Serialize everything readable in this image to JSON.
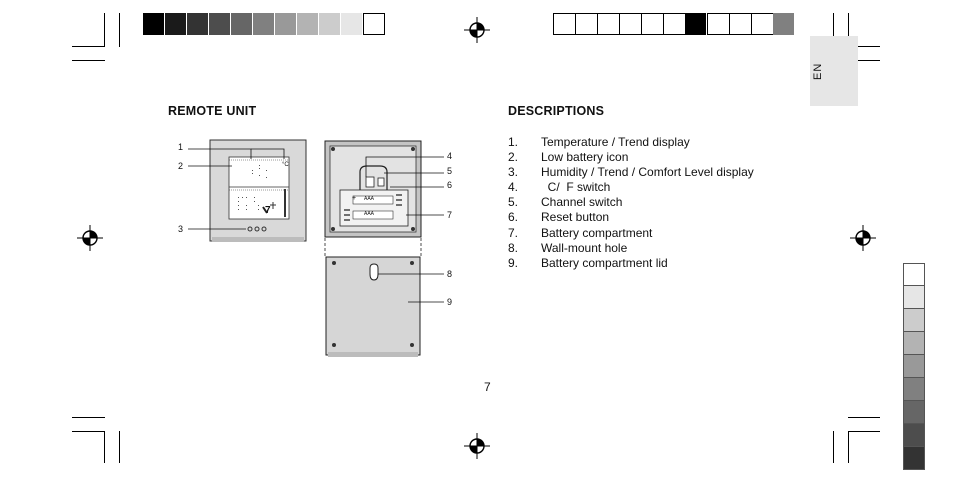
{
  "page": {
    "language_tab": "EN",
    "page_number": "7"
  },
  "remote_unit": {
    "heading": "REMOTE UNIT",
    "callouts": [
      "1",
      "2",
      "3",
      "4",
      "5",
      "6",
      "7",
      "8",
      "9"
    ],
    "unit_symbol": "°C",
    "display_digit": "7",
    "battery_polarity_plus": "+",
    "battery_polarity_minus": "−",
    "battery_label": "AAA"
  },
  "descriptions": {
    "heading": "DESCRIPTIONS",
    "items": [
      {
        "num": "1.",
        "text": "Temperature / Trend display"
      },
      {
        "num": "2.",
        "text": "Low battery icon"
      },
      {
        "num": "3.",
        "text": "Humidity / Trend / Comfort Level display"
      },
      {
        "num": "4.",
        "text": "  C/  F switch"
      },
      {
        "num": "5.",
        "text": "Channel switch"
      },
      {
        "num": "6.",
        "text": "Reset button"
      },
      {
        "num": "7.",
        "text": "Battery compartment"
      },
      {
        "num": "8.",
        "text": "Wall-mount hole"
      },
      {
        "num": "9.",
        "text": "Battery compartment lid"
      }
    ]
  },
  "print_marks": {
    "top_swatches": [
      "#000000",
      "#1a1a1a",
      "#333333",
      "#4d4d4d",
      "#666666",
      "#808080",
      "#999999",
      "#b3b3b3",
      "#cccccc",
      "#e6e6e6",
      "#ffffff"
    ],
    "right_swatches": [
      "#ffffff",
      "#ffffff",
      "#ffffff",
      "#ffffff",
      "#ffffff",
      "#ffffff",
      "#000000",
      "#ffffff",
      "#ffffff",
      "#ffffff",
      "#808080"
    ],
    "side_swatches": [
      "#ffffff",
      "#e6e6e6",
      "#cccccc",
      "#b3b3b3",
      "#999999",
      "#808080",
      "#666666",
      "#4d4d4d",
      "#333333"
    ]
  }
}
